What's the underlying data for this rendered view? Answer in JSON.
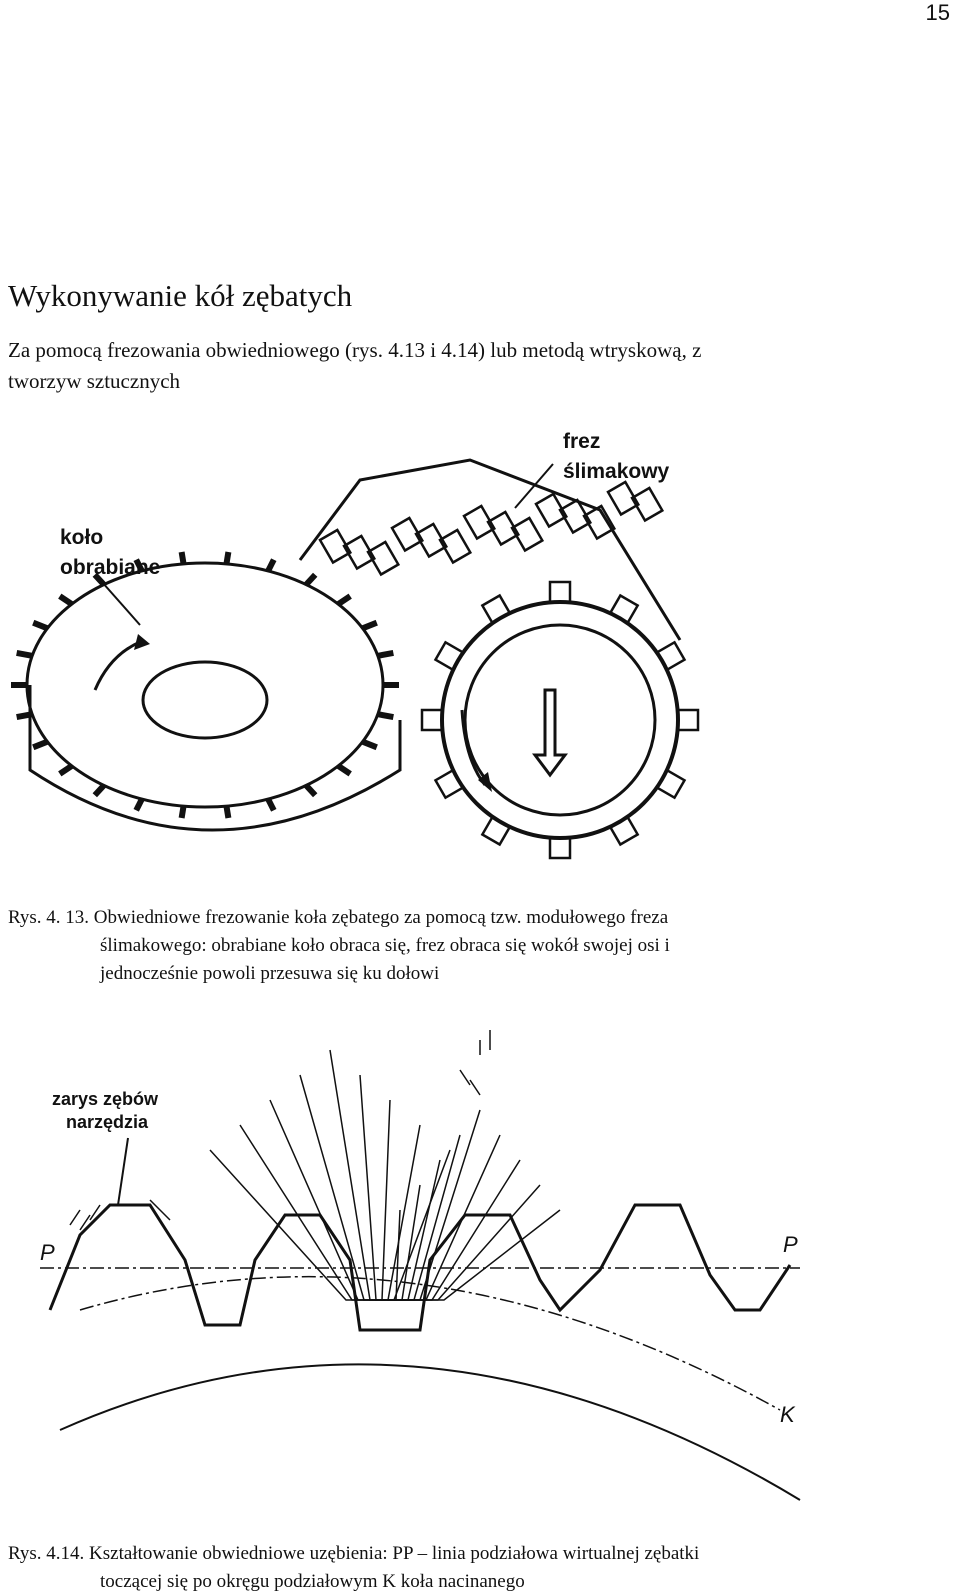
{
  "page_number": "15",
  "heading": "Wykonywanie kół zębatych",
  "paragraph_line1": "Za pomocą frezowania obwiedniowego (rys.  4.13 i 4.14) lub metodą wtryskową, z",
  "paragraph_line2": "tworzyw  sztucznych",
  "figure1": {
    "label_cutter_line1": "frez",
    "label_cutter_line2": "ślimakowy",
    "label_wheel_line1": "koło",
    "label_wheel_line2": "obrabiane",
    "caption_line1": "Rys. 4. 13. Obwiedniowe frezowanie koła zębatego za pomocą tzw. modułowego freza",
    "caption_line2": "ślimakowego: obrabiane koło obraca się, frez obraca się wokół swojej osi i",
    "caption_line3": "jednocześnie powoli przesuwa się ku dołowi"
  },
  "figure2": {
    "label_tool_line1": "zarys zębów",
    "label_tool_line2": "narzędzia",
    "label_p_left": "P",
    "label_p_right": "P",
    "label_k": "K",
    "caption_line1": "Rys. 4.14. Kształtowanie obwiedniowe uzębienia: PP – linia podziałowa wirtualnej zębatki",
    "caption_line2": "toczącej się po okręgu podziałowym K koła nacinanego"
  }
}
